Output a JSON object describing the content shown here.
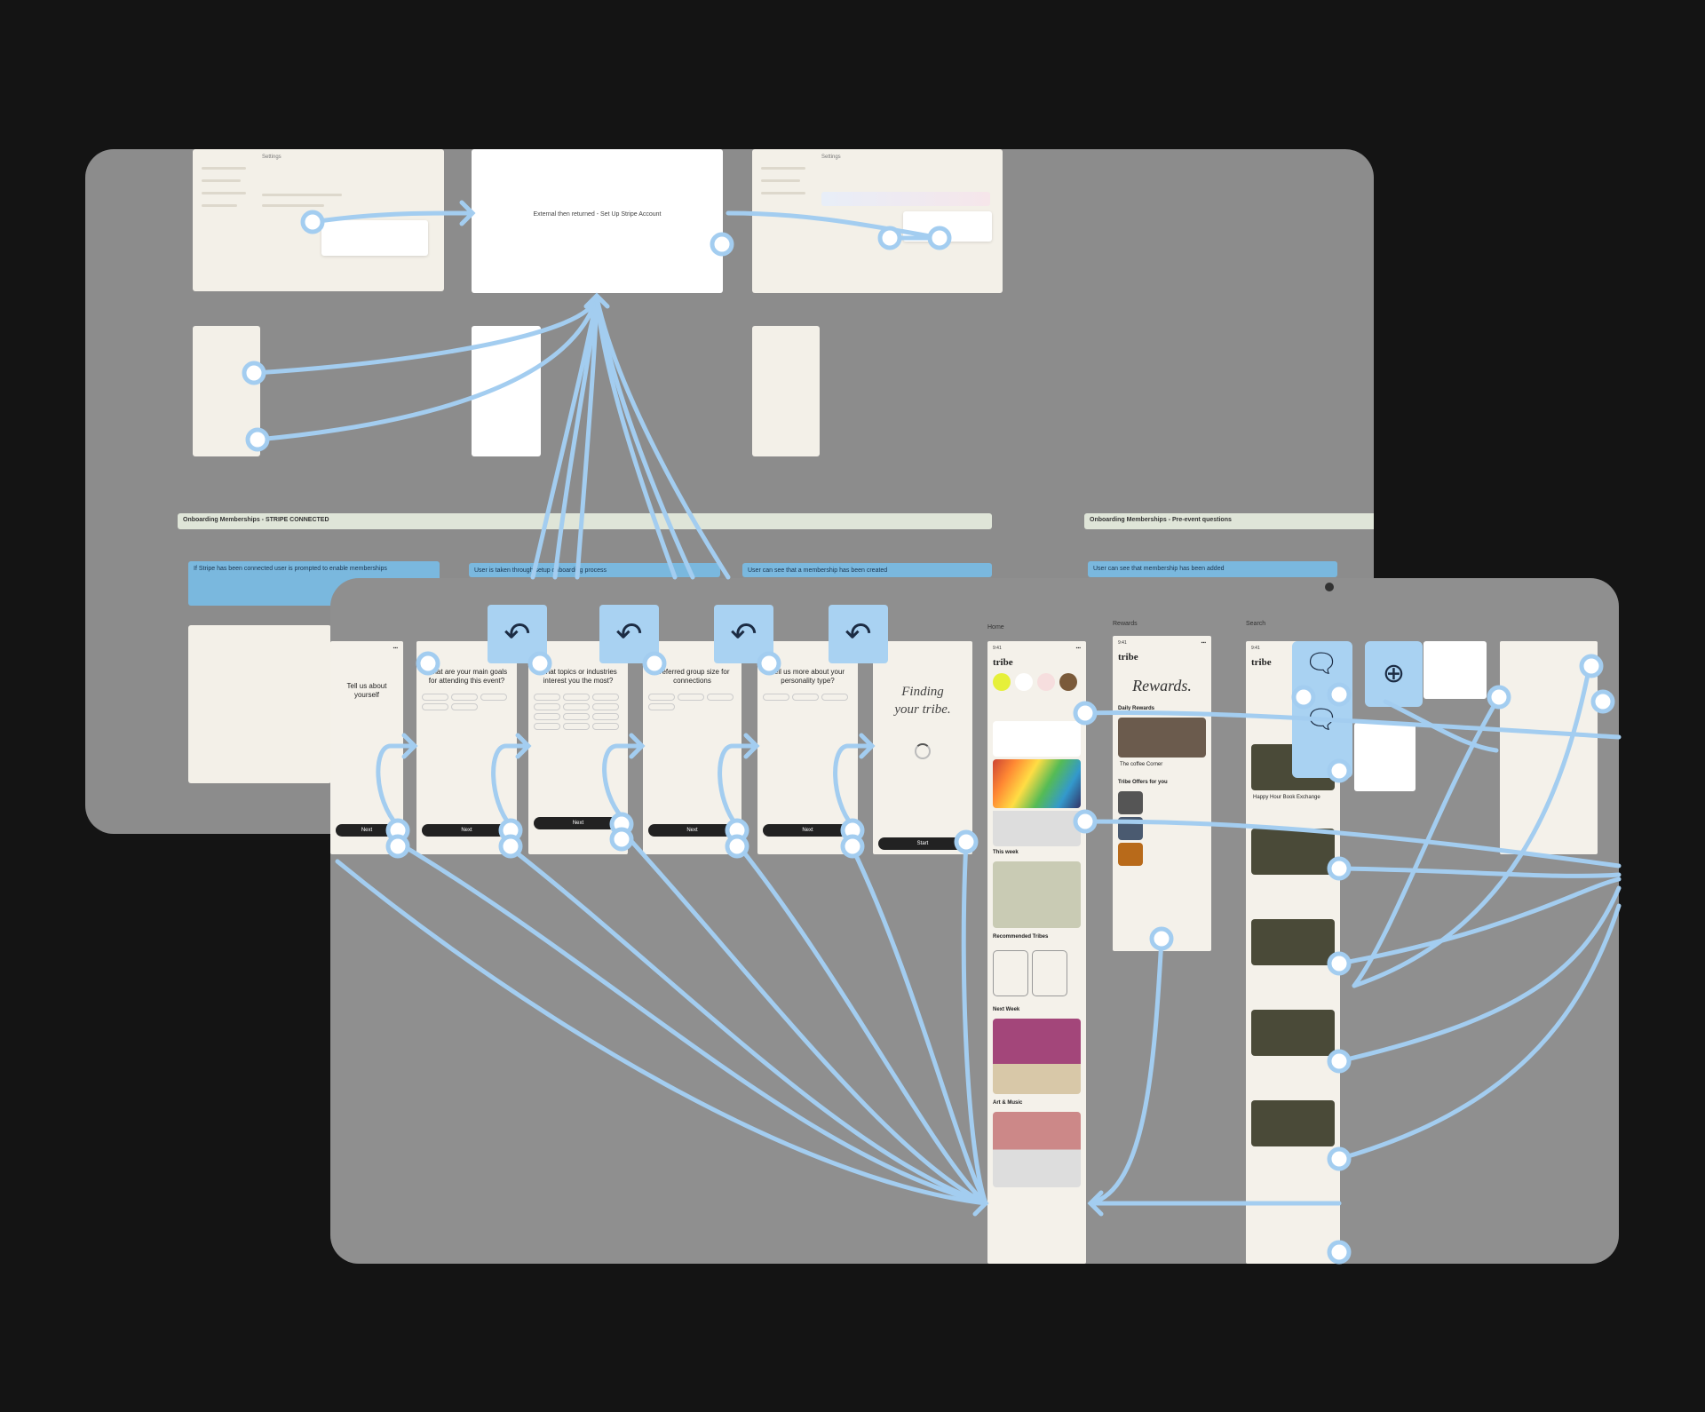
{
  "back_canvas": {
    "settings_frame_1": {
      "title": "Settings"
    },
    "external_frame": {
      "text": "External then returned - Set Up Stripe Account"
    },
    "settings_frame_2": {
      "title": "Settings"
    },
    "sections": [
      "Onboarding Memberships - STRIPE CONNECTED",
      "Onboarding Memberships - Pre-event questions"
    ],
    "notes": [
      "If Stripe has been connected user is prompted to enable memberships",
      "User is taken through setup onboarding process",
      "User can see that a membership has been created",
      "User can see that membership has been added"
    ]
  },
  "front_canvas": {
    "onboarding": [
      {
        "question": "Tell us about yourself",
        "button": "Next"
      },
      {
        "question": "What are your main goals for attending this event?",
        "button": "Next"
      },
      {
        "question": "What topics or industries interest you the most?",
        "button": "Next"
      },
      {
        "question": "Preferred group size for connections",
        "button": "Next"
      },
      {
        "question": "Tell us more about your personality type?",
        "button": "Next"
      },
      {
        "question": "Finding your tribe.",
        "button": "Start"
      }
    ],
    "home": {
      "label": "Home",
      "brand": "tribe",
      "sections": [
        "This week",
        "Recommended Tribes",
        "Next Week",
        "Art & Music"
      ]
    },
    "rewards": {
      "label": "Rewards",
      "brand": "tribe",
      "title": "Rewards.",
      "daily": "Daily Rewards",
      "offers": "Tribe Offers for you",
      "card": "The coffee Corner"
    },
    "search": {
      "label": "Search",
      "brand": "tribe",
      "event": "Happy Hour Book Exchange"
    }
  },
  "colors": {
    "background": "#141414",
    "canvas": "#8c8c8c",
    "connector": "#a3cdf0",
    "screen": "#f4f1ea"
  }
}
